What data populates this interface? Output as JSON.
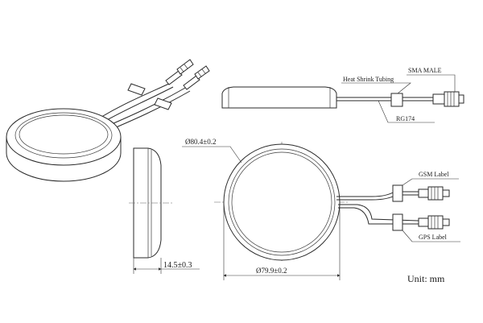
{
  "labels": {
    "sma_male": "SMA MALE",
    "heat_shrink": "Heat Shrink Tubing",
    "rg174": "RG174",
    "gsm_label": "GSM Label",
    "gps_label": "GPS Label",
    "unit": "Unit: mm"
  },
  "dimensions": {
    "outer_diameter": "Ø80.4±0.2",
    "inner_diameter": "Ø79.9±0.2",
    "height": "14.5±0.3"
  }
}
